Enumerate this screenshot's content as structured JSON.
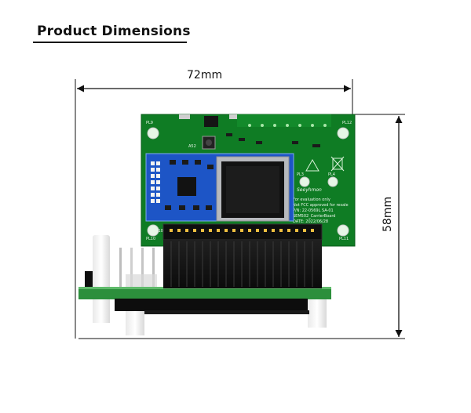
{
  "header": {
    "title": "Product Dimensions"
  },
  "dimensions": {
    "width_label": "72mm",
    "height_label": "58mm"
  },
  "board": {
    "silkscreen": {
      "corner_pl9": "PL9",
      "corner_pl12": "PL12",
      "corner_pl4": "PL4",
      "corner_pl10": "PL10",
      "corner_pl11": "PL11",
      "corner_pl3": "PL3",
      "button_label": "A52",
      "text_line1": "For evaluation only",
      "text_line2": "Not FCC approved for resale",
      "text_line3": "P/N: 22-0569L SA-01",
      "text_line4": "SEM502_CarrierBoard",
      "text_line5": "DATE: 2022/06/28",
      "brand": "Seeyhmon",
      "header_label": "J10"
    }
  },
  "colors": {
    "pcb": "#0f7c24",
    "pcb_module": "#1d55c6",
    "shield": "#b7b9bd",
    "header_black": "#141414",
    "carrier_board": "#2c8f3c"
  }
}
